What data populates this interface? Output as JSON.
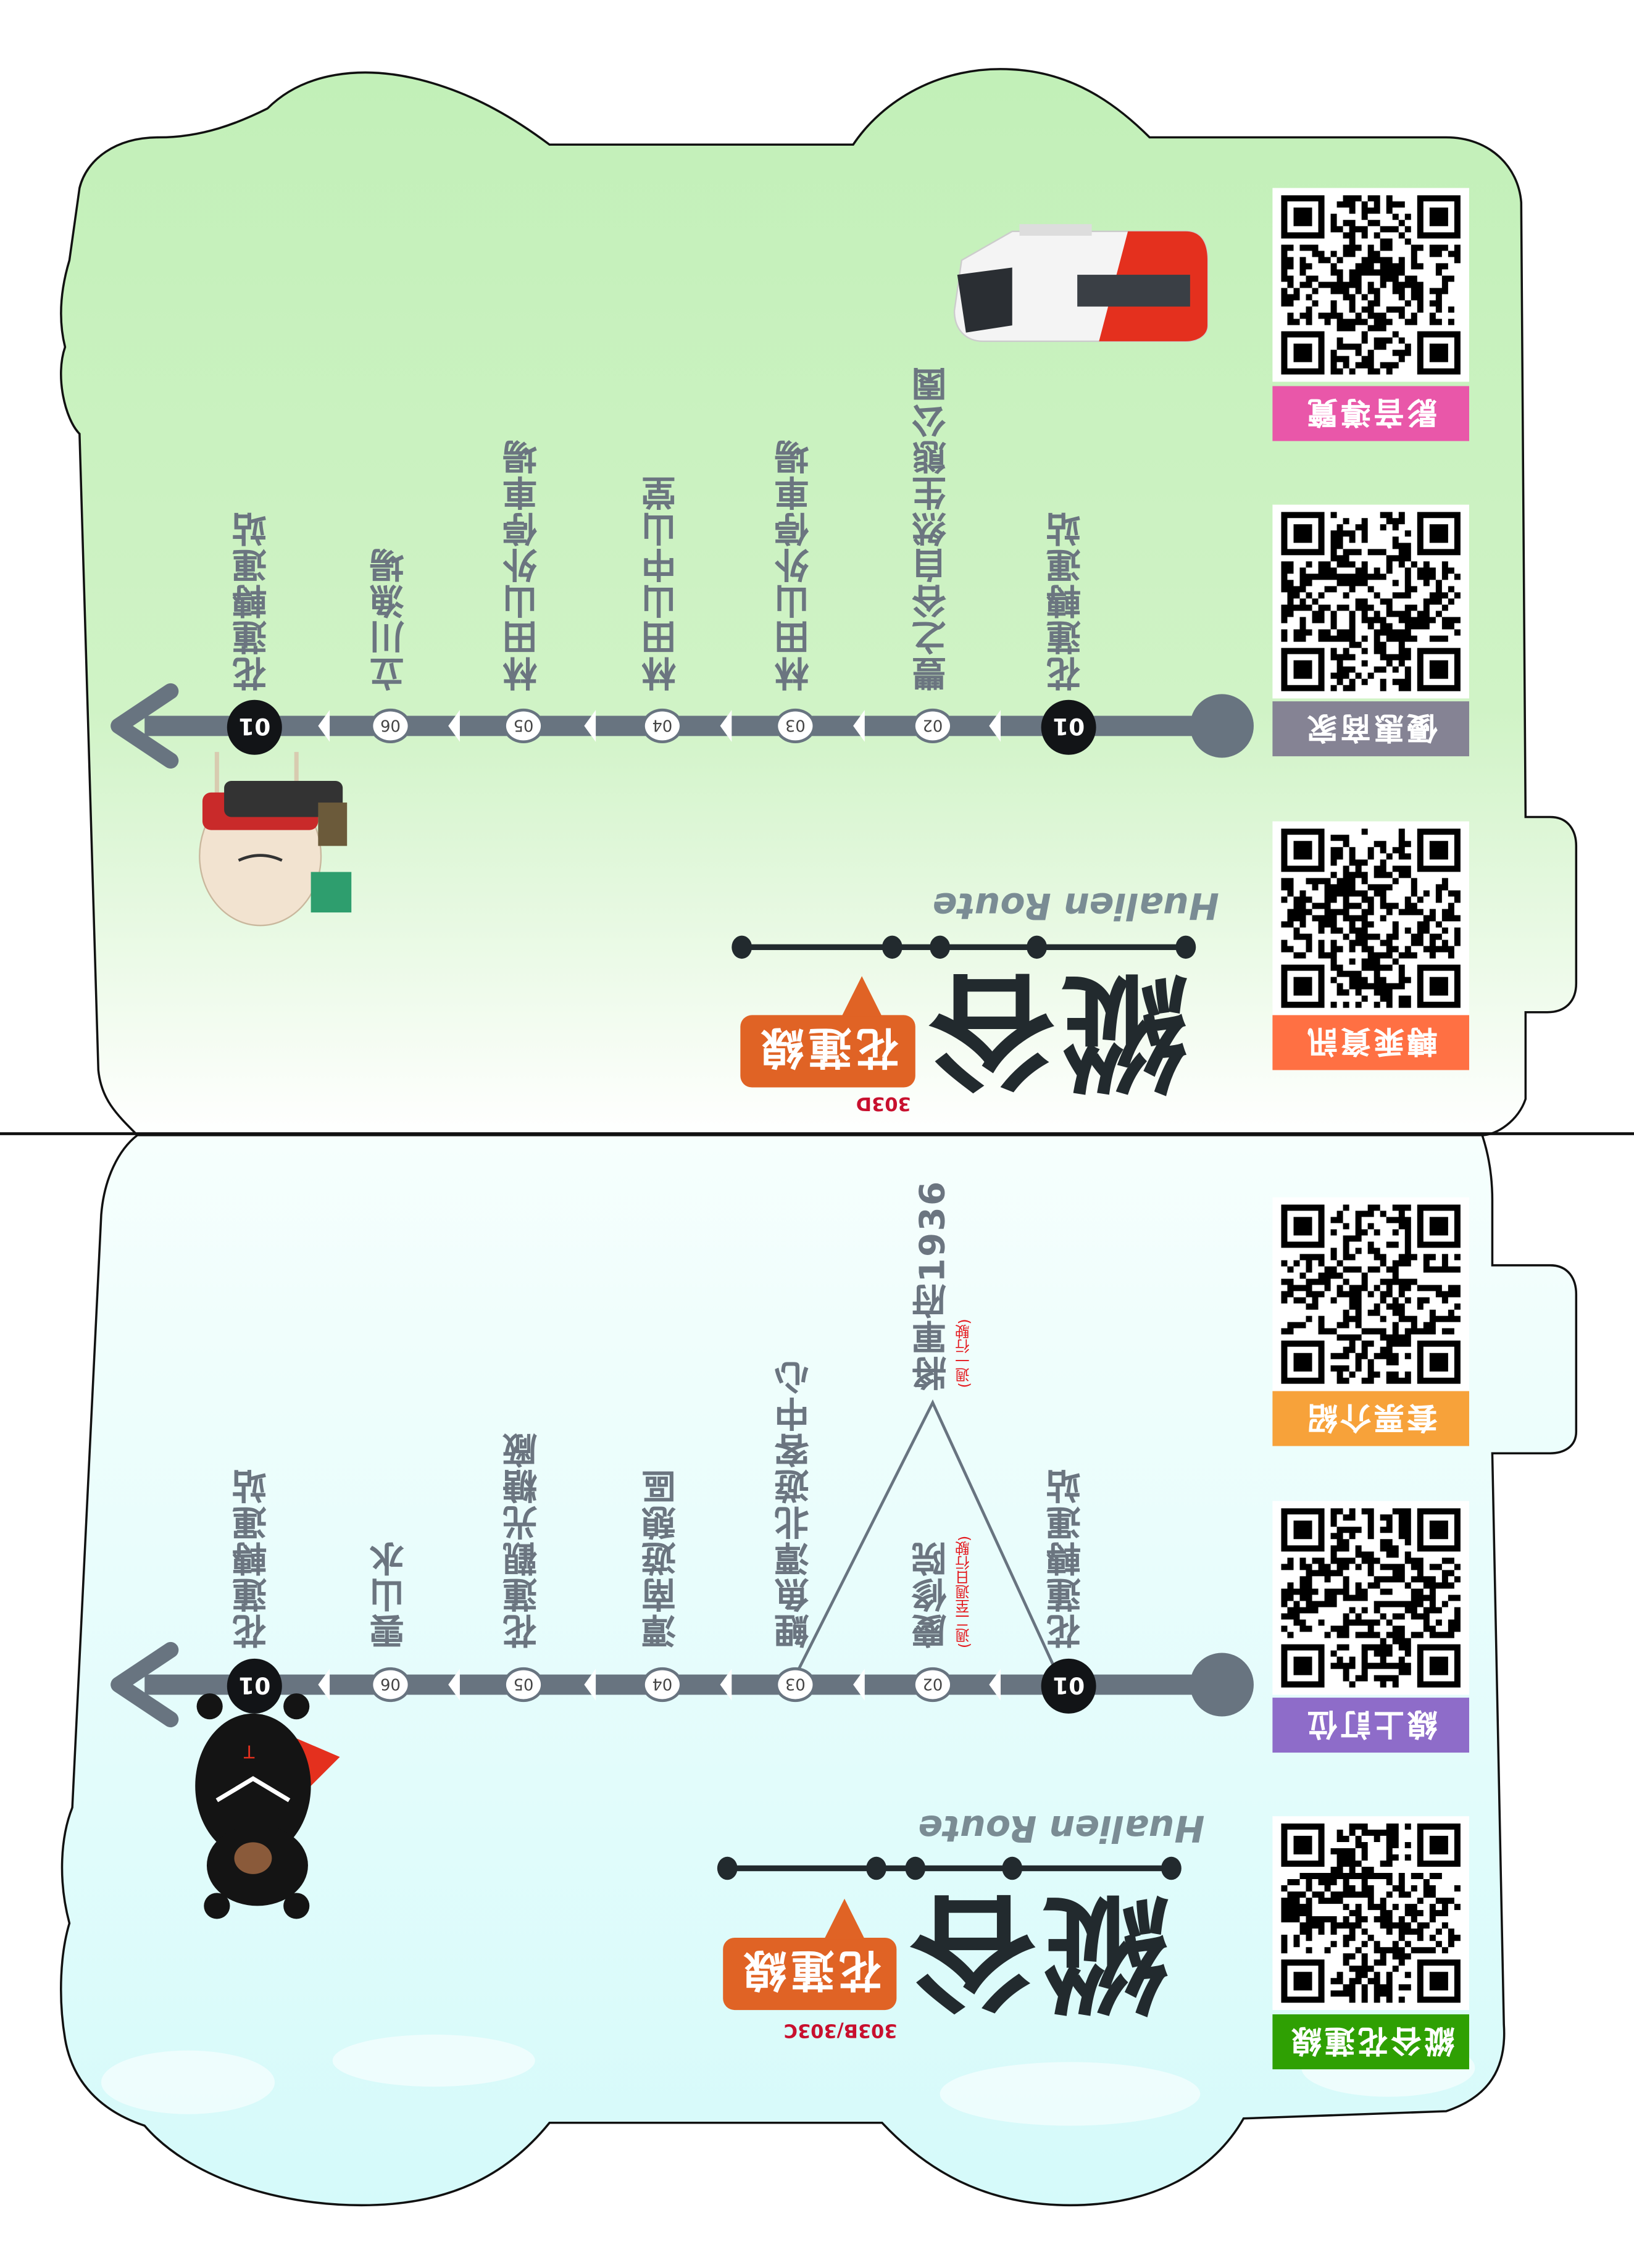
{
  "colors": {
    "track": "#687480",
    "tag": "#e06325",
    "code": "#c8102e",
    "note": "#e4161b"
  },
  "top_panel": {
    "logo": "縱谷",
    "subtitle": "Hualien Route",
    "route_name": "花蓮線",
    "route_code": "303D",
    "stations": [
      {
        "num": "01",
        "name": "花蓮轉運站"
      },
      {
        "num": "02",
        "name": "豐之谷自然生態公園"
      },
      {
        "num": "03",
        "name": "林田山外停車場"
      },
      {
        "num": "04",
        "name": "林田山中山堂"
      },
      {
        "num": "05",
        "name": "林田山外停車場"
      },
      {
        "num": "06",
        "name": "立川漁場"
      },
      {
        "num": "01",
        "name": "花蓮轉運站"
      }
    ],
    "links": [
      {
        "label": "影音導覽",
        "color": "#e957a9"
      },
      {
        "label": "優惠商家",
        "color": "#858394"
      },
      {
        "label": "轉乘資訊",
        "color": "#ff7043"
      }
    ]
  },
  "bottom_panel": {
    "logo": "縱谷",
    "subtitle": "Hualien Route",
    "route_name": "花蓮線",
    "route_code": "303B/303C",
    "stations": [
      {
        "num": "01",
        "name": "花蓮轉運站"
      },
      {
        "num": "02",
        "name": "慶修院",
        "note": "(週二至週日行駛)"
      },
      {
        "num": "03",
        "name": "鯉魚潭北遊客中心"
      },
      {
        "num": "04",
        "name": "潭南遊憩區"
      },
      {
        "num": "05",
        "name": "花蓮觀光糖廠"
      },
      {
        "num": "06",
        "name": "雲山水"
      },
      {
        "num": "01",
        "name": "花蓮轉運站"
      }
    ],
    "branch_station": {
      "name": "將軍府1936",
      "note": "(週一行駛)"
    },
    "links": [
      {
        "label": "套票介紹",
        "color": "#f7a23a"
      },
      {
        "label": "線上訂位",
        "color": "#8e6cc9"
      },
      {
        "label": "縱谷花蓮線",
        "color": "#2fa003"
      }
    ]
  }
}
